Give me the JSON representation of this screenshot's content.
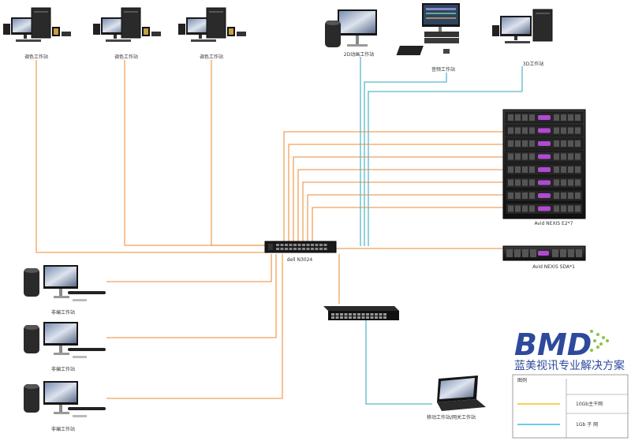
{
  "workstations": {
    "grading": "调色工作站",
    "animation_2d": "2D动画工作站",
    "audio": "音频工作站",
    "ws_3d": "3D工作站",
    "editing": "非编工作站",
    "mobile": "移动工作站/网关工作站"
  },
  "switch_main": {
    "label": "dell N3024"
  },
  "storage": {
    "nexus_main": "Avid NEXIS E2*7",
    "nexus_sda": "Avid NEXIS SDA*1"
  },
  "brand": {
    "logo": "BMD",
    "tagline": "蓝美视讯专业解决方案"
  },
  "legend": {
    "title": "图例",
    "items": [
      {
        "label": "10Gb主干网",
        "color": "#f2c418"
      },
      {
        "label": "1Gb 子 网",
        "color": "#3db8e6"
      }
    ]
  },
  "colors": {
    "orange_link": "#f2a15a",
    "teal_link": "#5ab8c8",
    "purple_badge": "#b04ad0"
  }
}
